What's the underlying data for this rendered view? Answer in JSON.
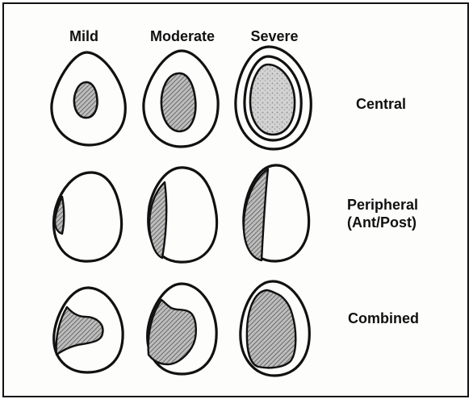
{
  "columns": [
    "Mild",
    "Moderate",
    "Severe"
  ],
  "rows": [
    {
      "label": "Central"
    },
    {
      "label_line1": "Peripheral",
      "label_line2": "(Ant/Post)"
    },
    {
      "label": "Combined"
    }
  ],
  "colors": {
    "outline": "#111111",
    "shade": "#9a9a9a",
    "background": "#fdfdfc"
  }
}
